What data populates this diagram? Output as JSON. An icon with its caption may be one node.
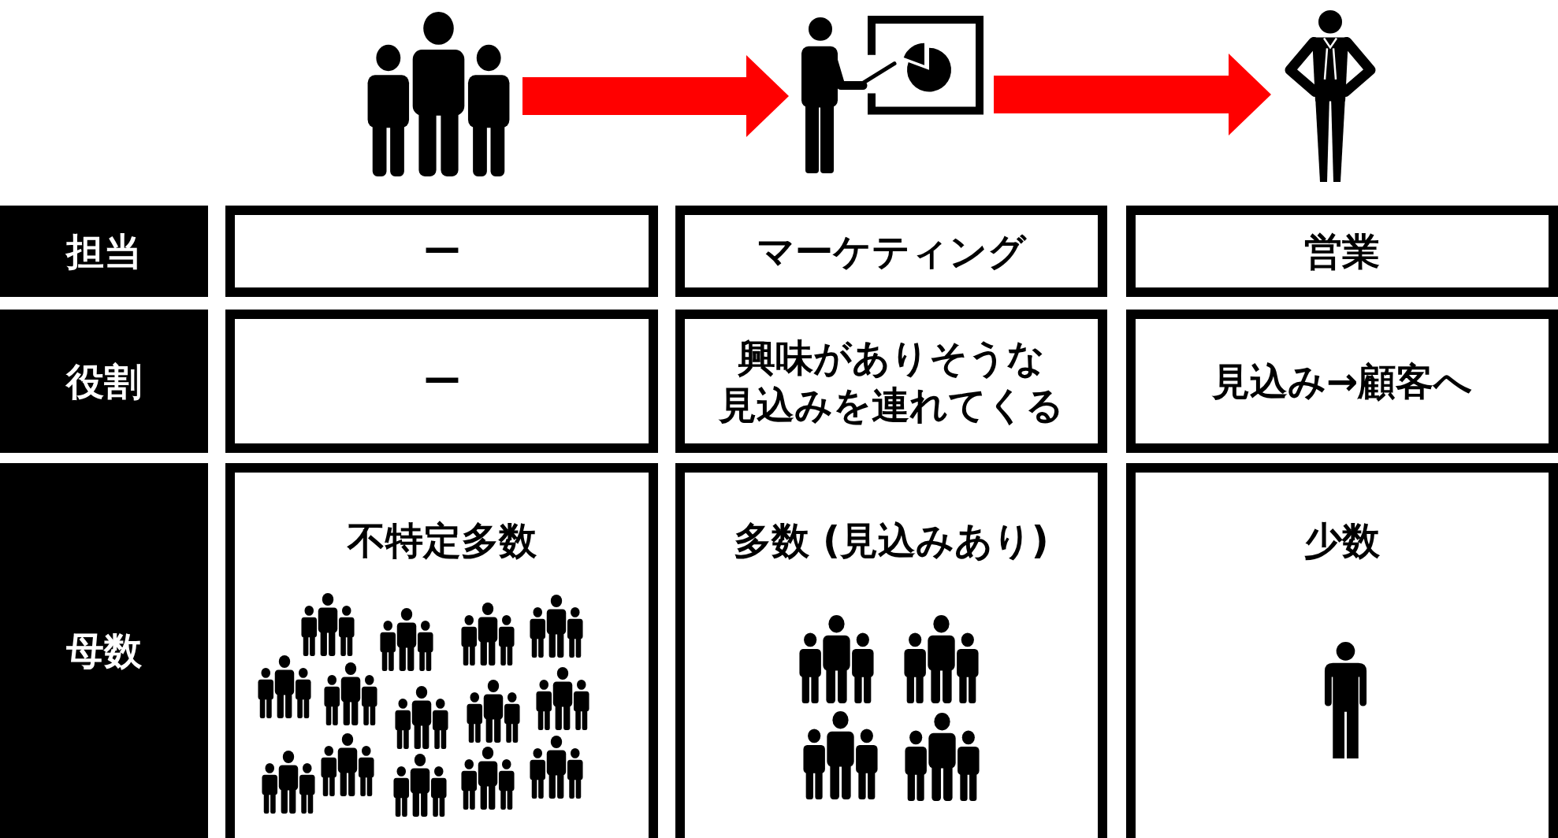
{
  "diagram": {
    "nodes": [
      {
        "text": [],
        "shape": "person"
      },
      {
        "text": [],
        "shape": "picture"
      },
      {
        "text": [],
        "shape": "person"
      },
      {
        "text": [
          "担当"
        ]
      },
      {
        "text": [
          "ー"
        ]
      },
      {
        "text": [
          "マーケティング"
        ]
      },
      {
        "text": [
          "営業"
        ]
      },
      {
        "text": [
          "役割"
        ]
      },
      {
        "text": [
          "ー"
        ]
      },
      {
        "text": [
          "興味がありそうな見込みを連れてくる"
        ]
      },
      {
        "text": [
          "見込み→顧客へ"
        ]
      },
      {
        "text": [
          "母数"
        ]
      },
      {
        "text": [
          "不特定多数"
        ]
      },
      {
        "text": [
          "多数 (見込みあり)"
        ]
      },
      {
        "text": [
          "少数"
        ]
      }
    ],
    "edges": [
      {
        "from": 0,
        "to": 1,
        "arrow": "to"
      },
      {
        "from": 1,
        "to": 2,
        "arrow": "to"
      }
    ]
  }
}
